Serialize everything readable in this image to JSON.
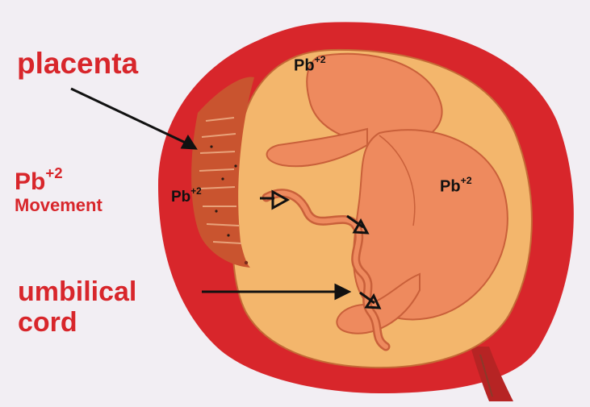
{
  "labels": {
    "placenta": "placenta",
    "movement_ion": "Pb",
    "movement_charge": "+2",
    "movement": "Movement",
    "cord_line1": "umbilical",
    "cord_line2": "cord"
  },
  "ions": {
    "head": {
      "symbol": "Pb",
      "charge": "+2"
    },
    "body": {
      "symbol": "Pb",
      "charge": "+2"
    },
    "placenta": {
      "symbol": "Pb",
      "charge": "+2"
    }
  },
  "colors": {
    "background": "#f2eef3",
    "uterus_wall": "#d8262b",
    "amniotic_fluid": "#f3b66c",
    "fetus": "#ee8a5e",
    "placenta": "#c9542f",
    "label_red": "#d8262b",
    "label_dark": "#111111"
  }
}
